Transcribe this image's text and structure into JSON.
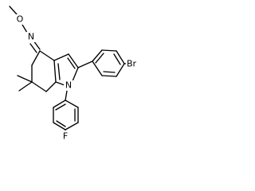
{
  "molecule": {
    "atoms": {
      "O": "O",
      "N_oxime": "N",
      "N_ring": "N",
      "Br": "Br",
      "F": "F"
    },
    "colors": {
      "bond": "#000000",
      "label": "#000000",
      "background": "#ffffff"
    }
  }
}
